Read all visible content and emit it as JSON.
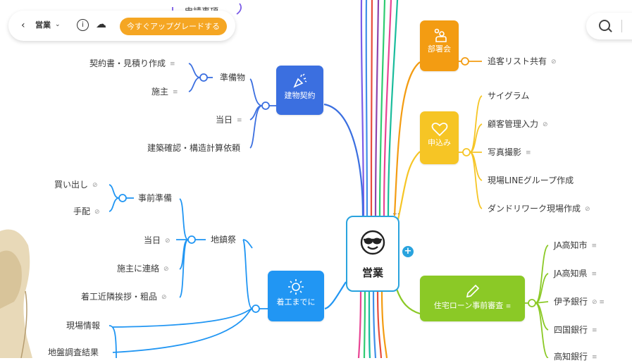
{
  "toolbar": {
    "back_icon": "chevron-left",
    "map_name": "営業",
    "dropdown_icon": "chevron-down",
    "info_icon": "info",
    "cloud_icon": "cloud-sync",
    "upgrade_label": "今すぐアップグレードする",
    "upgrade_color": "#f5a623"
  },
  "search": {
    "icon": "search"
  },
  "root": {
    "label": "営業",
    "icon": "sunglasses-face",
    "color": "#29a3de"
  },
  "branches": {
    "top_partial": {
      "label": "申請事項"
    },
    "kenbutsu": {
      "label": "建物契約",
      "icon": "party-popper",
      "color": "#3b6fe0",
      "children": [
        {
          "label": "準備物",
          "children": [
            {
              "label": "契約書・見積り作成",
              "note": "≡"
            },
            {
              "label": "施主",
              "note": "≡"
            }
          ]
        },
        {
          "label": "当日",
          "note": "≡"
        },
        {
          "label": "建築確認・構造計算依頼"
        }
      ]
    },
    "chakko": {
      "label": "着工までに",
      "icon": "sun",
      "color": "#2196f3",
      "children": [
        {
          "label": "地鎮祭",
          "children": [
            {
              "label": "事前準備",
              "children": [
                {
                  "label": "買い出し",
                  "note": "⊘"
                },
                {
                  "label": "手配",
                  "note": "⊘"
                }
              ]
            },
            {
              "label": "当日",
              "note": "⊘"
            },
            {
              "label": "施主に連絡",
              "note": "⊘"
            },
            {
              "label": "着工近隣挨拶・粗品",
              "note": "⊘"
            }
          ]
        },
        {
          "label": "現場情報"
        },
        {
          "label": "地盤調査結果"
        }
      ]
    },
    "busho": {
      "label": "部署会",
      "icon": "people",
      "color": "#f39c12",
      "children": [
        {
          "label": "追客リスト共有",
          "note": "⊘"
        }
      ]
    },
    "moushikomi": {
      "label": "申込み",
      "icon": "heart",
      "color": "#f6c525",
      "children": [
        {
          "label": "サイグラム"
        },
        {
          "label": "顧客管理入力",
          "note": "⊘"
        },
        {
          "label": "写真撮影",
          "note": "≡"
        },
        {
          "label": "現場LINEグループ作成"
        },
        {
          "label": "ダンドリワーク現場作成",
          "note": "⊘"
        }
      ]
    },
    "loan": {
      "label": "住宅ローン事前審査",
      "icon": "pencil",
      "color": "#8bc926",
      "note": "≡",
      "children": [
        {
          "label": "JA高知市",
          "note": "≡"
        },
        {
          "label": "JA高知県",
          "note": "≡"
        },
        {
          "label": "伊予銀行",
          "note": "⊘ ≡"
        },
        {
          "label": "四国銀行",
          "note": "≡"
        },
        {
          "label": "高知銀行",
          "note": "≡"
        }
      ]
    }
  }
}
